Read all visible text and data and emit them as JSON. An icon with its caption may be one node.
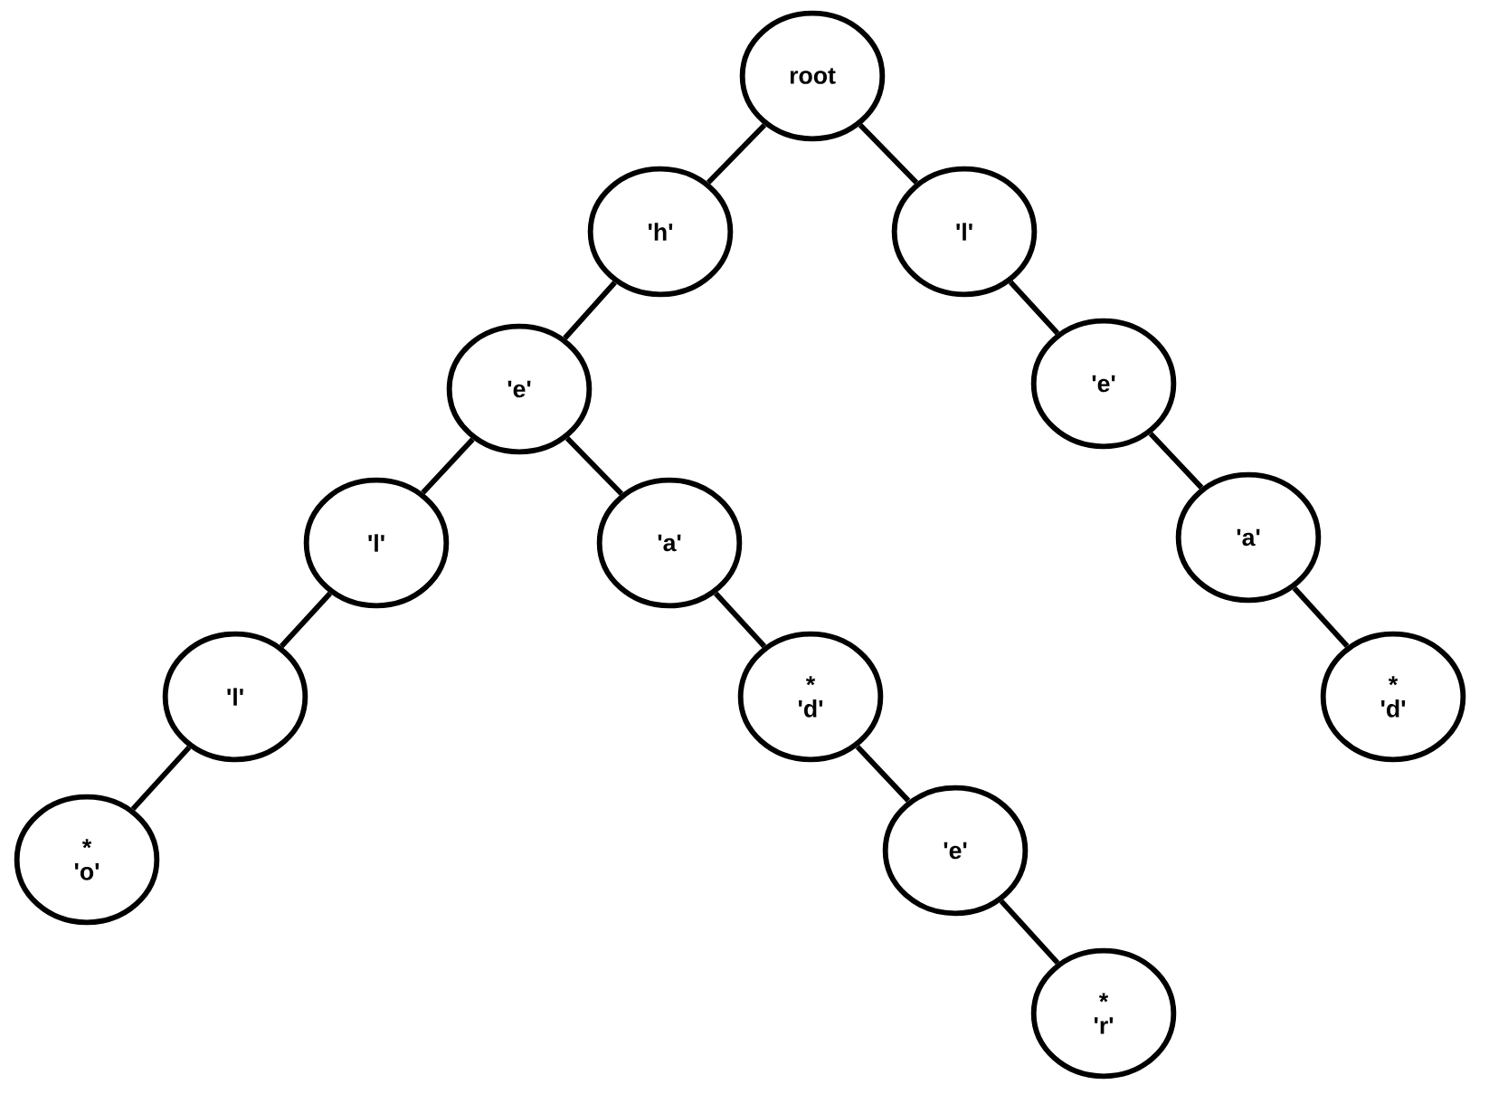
{
  "diagram": {
    "nodes": [
      {
        "text": [
          "root"
        ]
      },
      {
        "text": [
          "'h'"
        ]
      },
      {
        "text": [
          "'l'"
        ]
      },
      {
        "text": [
          "'e'"
        ]
      },
      {
        "text": [
          "'e'"
        ]
      },
      {
        "text": [
          "'l'"
        ]
      },
      {
        "text": [
          "'a'"
        ]
      },
      {
        "text": [
          "'a'"
        ]
      },
      {
        "text": [
          "'l'"
        ]
      },
      {
        "text": [
          "*",
          "'d'"
        ]
      },
      {
        "text": [
          "*",
          "'d'"
        ]
      },
      {
        "text": [
          "*",
          "'o'"
        ]
      },
      {
        "text": [
          "'e'"
        ]
      },
      {
        "text": [
          "*",
          "'r'"
        ]
      }
    ],
    "edges": [
      {
        "from": 0,
        "to": 1,
        "arrow": "none"
      },
      {
        "from": 0,
        "to": 2,
        "arrow": "none"
      },
      {
        "from": 1,
        "to": 3,
        "arrow": "none"
      },
      {
        "from": 2,
        "to": 4,
        "arrow": "none"
      },
      {
        "from": 3,
        "to": 5,
        "arrow": "none"
      },
      {
        "from": 3,
        "to": 6,
        "arrow": "none"
      },
      {
        "from": 4,
        "to": 7,
        "arrow": "none"
      },
      {
        "from": 5,
        "to": 8,
        "arrow": "none"
      },
      {
        "from": 6,
        "to": 9,
        "arrow": "none"
      },
      {
        "from": 7,
        "to": 10,
        "arrow": "none"
      },
      {
        "from": 8,
        "to": 11,
        "arrow": "none"
      },
      {
        "from": 9,
        "to": 12,
        "arrow": "none"
      },
      {
        "from": 12,
        "to": 13,
        "arrow": "none"
      }
    ]
  }
}
